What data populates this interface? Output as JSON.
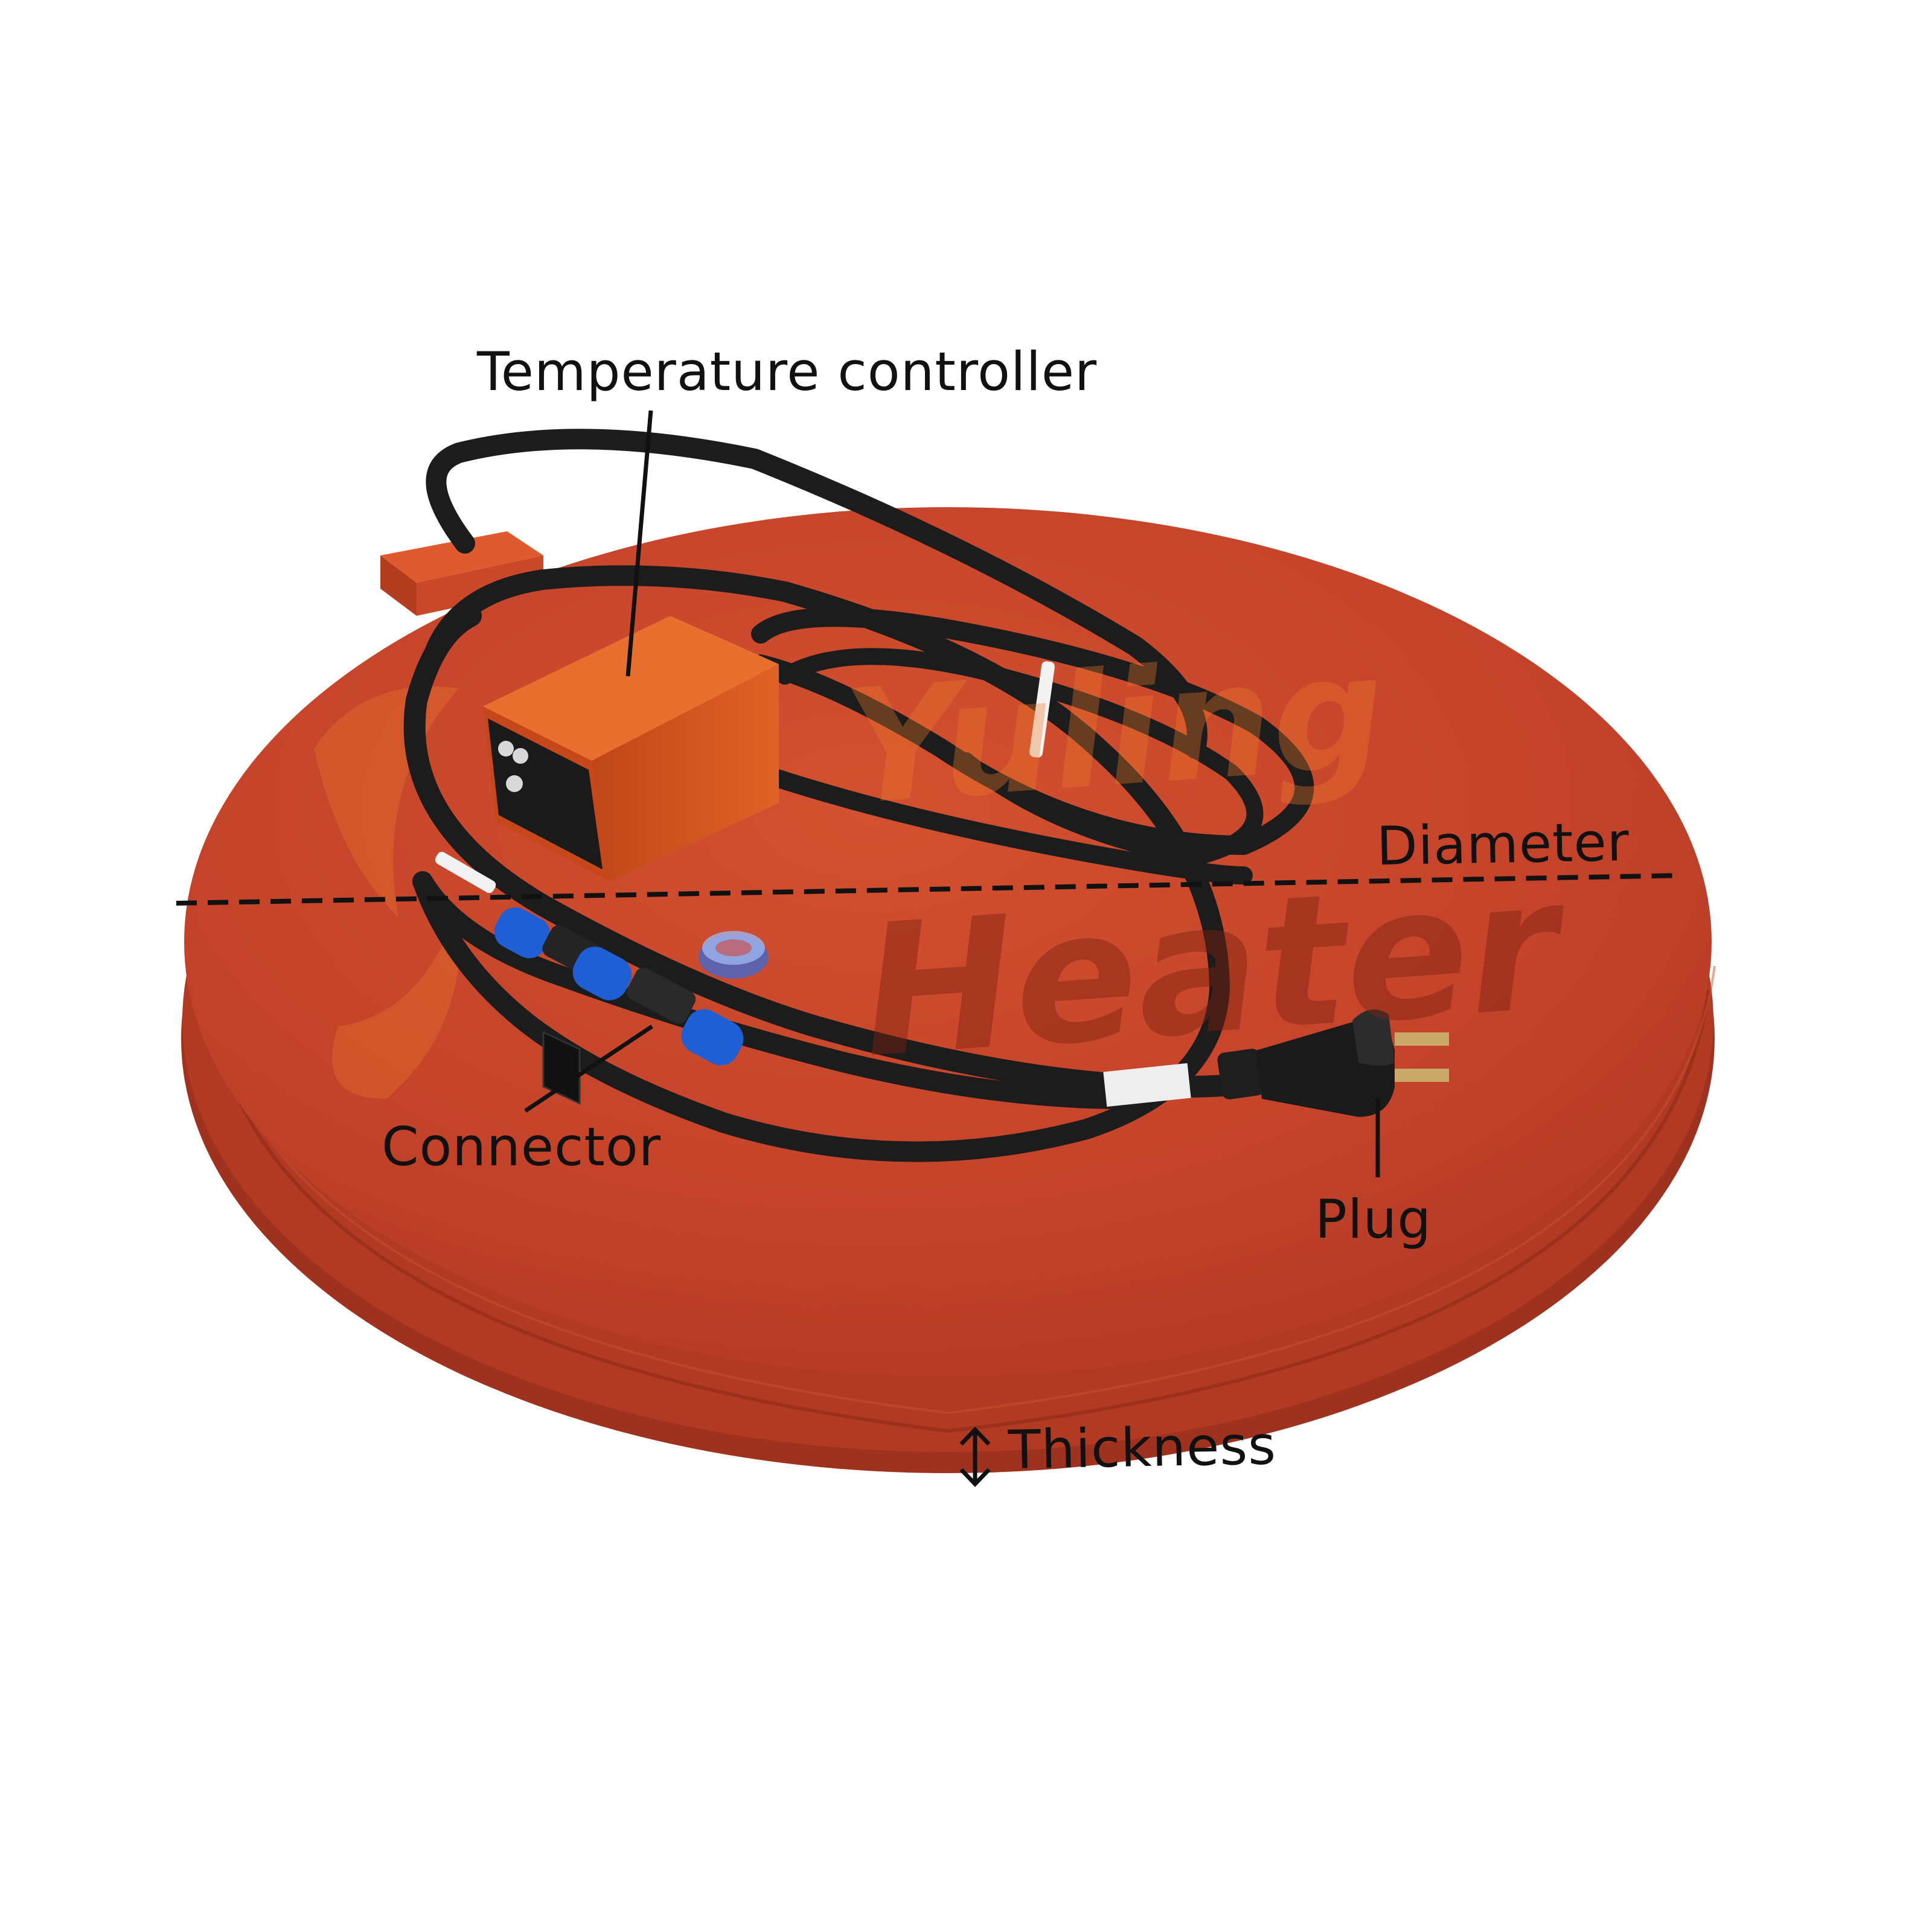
{
  "image": {
    "colors": {
      "background": "#ffffff",
      "pad_top": "#c8452a",
      "pad_edge": "#b23a22",
      "pad_side": "#a23420",
      "controller_box": "#d4561e",
      "controller_face": "#1a1a1a",
      "cable": "#1e1e1e",
      "connector_blue": "#1f5fd6",
      "watermark": "#8a2a16",
      "annotation": "#111111"
    },
    "watermark": {
      "line1": "Yuling",
      "line2": "Heater"
    },
    "labels": {
      "temperature_controller": "Temperature controller",
      "diameter": "Diameter",
      "connector": "Connector",
      "plug": "Plug",
      "thickness": "Thickness"
    }
  }
}
